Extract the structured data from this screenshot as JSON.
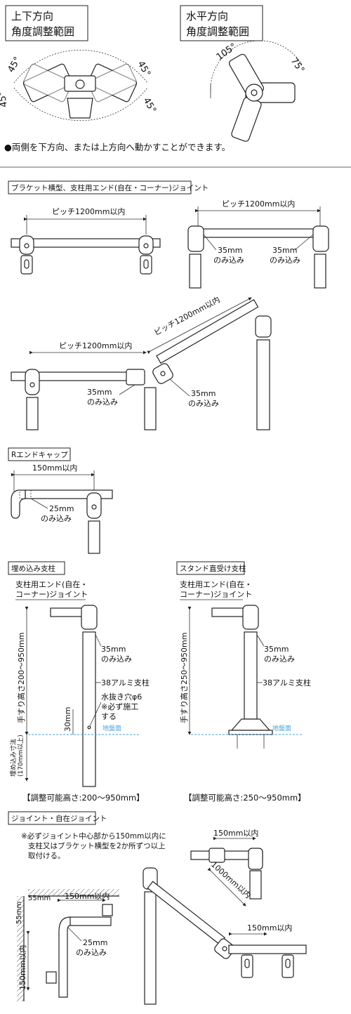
{
  "top": {
    "vertical_title": [
      "上下方向",
      "角度調整範囲"
    ],
    "horizontal_title": [
      "水平方向",
      "角度調整範囲"
    ],
    "angle_45": "45°",
    "angle_105": "105°",
    "angle_75": "75°",
    "note": "●両側を下方向、または上方向へ動かすことができます。"
  },
  "bracket": {
    "title": "ブラケット横型、支柱用エンド(自在・コーナー)ジョイント",
    "pitch": "ピッチ1200mm以内",
    "insert35": "35mm",
    "insert_suffix": "のみ込み"
  },
  "endcap": {
    "title": "Rエンドキャップ",
    "len": "150mm以内",
    "insert25": "25mm",
    "insert_suffix": "のみ込み"
  },
  "buried": {
    "title": "埋め込み支柱",
    "joint_label": [
      "支柱用エンド(自在・",
      "コーナー)ジョイント"
    ],
    "insert35": "35mm",
    "insert_suffix": "のみ込み",
    "height": "手すり高さ200〜950mm",
    "post": "38アルミ支柱",
    "drain": [
      "水抜き穴φ6",
      "※必ず施工",
      "する"
    ],
    "dim30": "30mm",
    "ground": "地盤面",
    "bury_depth": [
      "埋め込み寸法",
      "(170mm以上)"
    ],
    "range": "【調整可能高さ:200〜950mm】"
  },
  "stand": {
    "title": "スタンド直受け支柱",
    "joint_label": [
      "支柱用エンド(自在・",
      "コーナー)ジョイント"
    ],
    "insert35": "35mm",
    "insert_suffix": "のみ込み",
    "height": "手すり高さ250〜950mm",
    "post": "38アルミ支柱",
    "ground": "地盤面",
    "range": "【調整可能高さ:250〜950mm】"
  },
  "joint": {
    "title": "ジョイント・自在ジョイント",
    "note": [
      "※必ずジョイント中心部から150mm以内に",
      "支柱又はブラケット横型を2か所ずつ以上",
      "取付ける。"
    ],
    "len150": "150mm以内",
    "dim55": "55mm",
    "insert25": "25mm",
    "insert_suffix": "のみ込み",
    "len1000": "1000mm以内"
  }
}
